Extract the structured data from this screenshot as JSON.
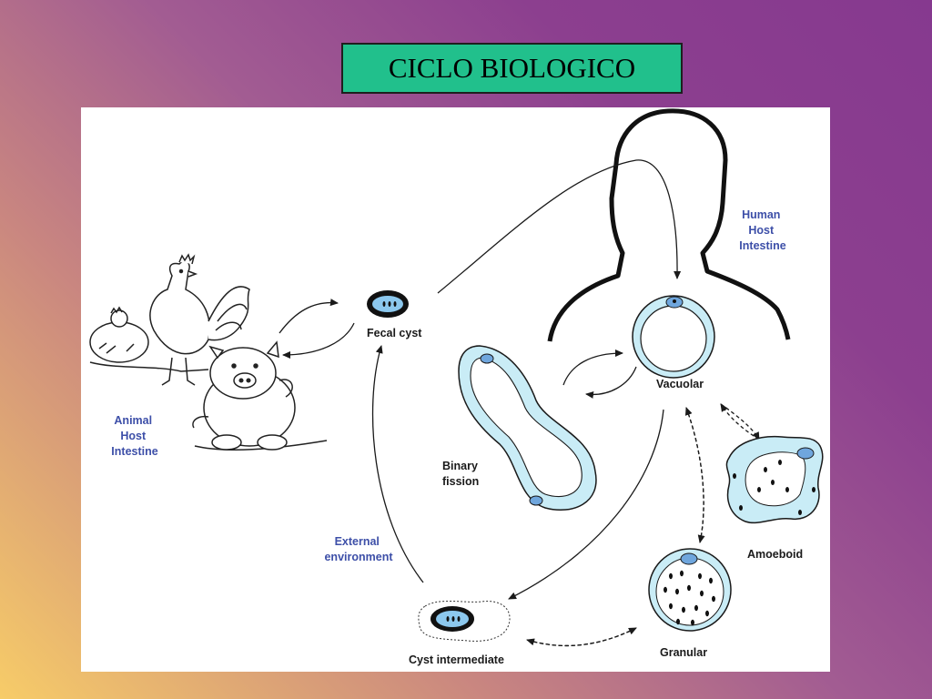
{
  "title": "CICLO BIOLOGICO",
  "colors": {
    "title_bg": "#21c08c",
    "cell_fill": "#c9ecf6",
    "cell_stroke": "#1a1a1a",
    "host_label": "#3d4fa8"
  },
  "labels": {
    "human_host": [
      "Human",
      "Host",
      "Intestine"
    ],
    "animal_host": [
      "Animal",
      "Host",
      "Intestine"
    ],
    "fecal_cyst": "Fecal cyst",
    "vacuolar": "Vacuolar",
    "binary_fission": [
      "Binary",
      "fission"
    ],
    "amoeboid": "Amoeboid",
    "granular": "Granular",
    "cyst_intermediate": "Cyst intermediate",
    "external_environment": [
      "External",
      "environment"
    ]
  },
  "icons": [
    "human-silhouette-icon",
    "chicken-icon",
    "rooster-icon",
    "pig-icon"
  ]
}
